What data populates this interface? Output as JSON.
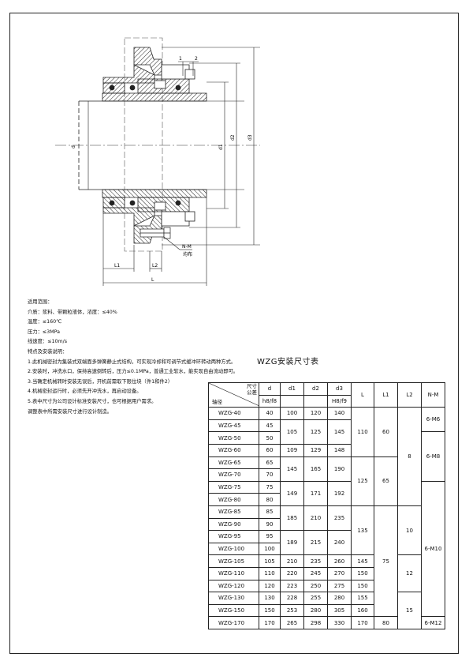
{
  "callouts": {
    "part1": "1",
    "part2": "2",
    "nm": "N-M",
    "uniform": "均布"
  },
  "dims": {
    "d": "d",
    "d1": "d1",
    "d2": "d2",
    "d3": "d3",
    "L": "L",
    "L1": "L1",
    "L2": "L2"
  },
  "notes": [
    "适用范围：",
    "介质：浆料、带颗粒液体，浓度：≤40%",
    "温度：≤160℃",
    "压力：≤3MPa",
    "线速度：≤10m/s",
    "特点及安装说明：",
    "1.此机械密封为集装式双端面多弹簧静止式结构，可实现冷却和可调节式缓冲环转动两种方式。",
    "2.安装时，冲洗水口，保持高速倒转后，压力≤0.1MPa，普通工业软水，能实现自由流动即可。",
    "3.当确定机械转时安装无误后，开机前需取下限位块（件1和件2）",
    "4.机械密封运行时，必须先开冲洗水，再启动设备。",
    "5.表中尺寸为公司设计标准安装尺寸，也可根据用户需求。",
    "调整表中所需安装尺寸进行设计制造。"
  ],
  "table": {
    "title": "WZG安装尺寸表",
    "header": {
      "size": "尺寸",
      "tolerance": "公差",
      "model": "轴径",
      "cols": [
        "d",
        "d1",
        "d2",
        "d3",
        "L",
        "L1",
        "L2",
        "N-M"
      ],
      "tols": [
        "h8/f8",
        "",
        "",
        "H8/f9"
      ]
    },
    "models": [
      "WZG-40",
      "WZG-45",
      "WZG-50",
      "WZG-60",
      "WZG-65",
      "WZG-70",
      "WZG-75",
      "WZG-80",
      "WZG-85",
      "WZG-90",
      "WZG-95",
      "WZG-100",
      "WZG-105",
      "WZG-110",
      "WZG-120",
      "WZG-130",
      "WZG-150",
      "WZG-170"
    ],
    "d": [
      "40",
      "45",
      "50",
      "60",
      "65",
      "70",
      "75",
      "80",
      "85",
      "90",
      "95",
      "100",
      "105",
      "110",
      "120",
      "130",
      "150",
      "170"
    ],
    "d1": [
      "100",
      "105",
      "109",
      "145",
      "149",
      "185",
      "189",
      "210",
      "220",
      "223",
      "228",
      "253",
      "265"
    ],
    "d2": [
      "120",
      "125",
      "129",
      "165",
      "171",
      "210",
      "215",
      "235",
      "245",
      "250",
      "255",
      "280",
      "298"
    ],
    "d3": [
      "140",
      "145",
      "148",
      "190",
      "192",
      "235",
      "240",
      "260",
      "270",
      "275",
      "280",
      "305",
      "330"
    ],
    "L": [
      "110",
      "125",
      "135",
      "145",
      "150",
      "150",
      "155",
      "160",
      "170"
    ],
    "L1": [
      "60",
      "65",
      "75",
      "80"
    ],
    "L2": [
      "8",
      "10",
      "12",
      "15"
    ],
    "NM": [
      "6-M6",
      "6-M8",
      "6-M10",
      "6-M12"
    ]
  }
}
